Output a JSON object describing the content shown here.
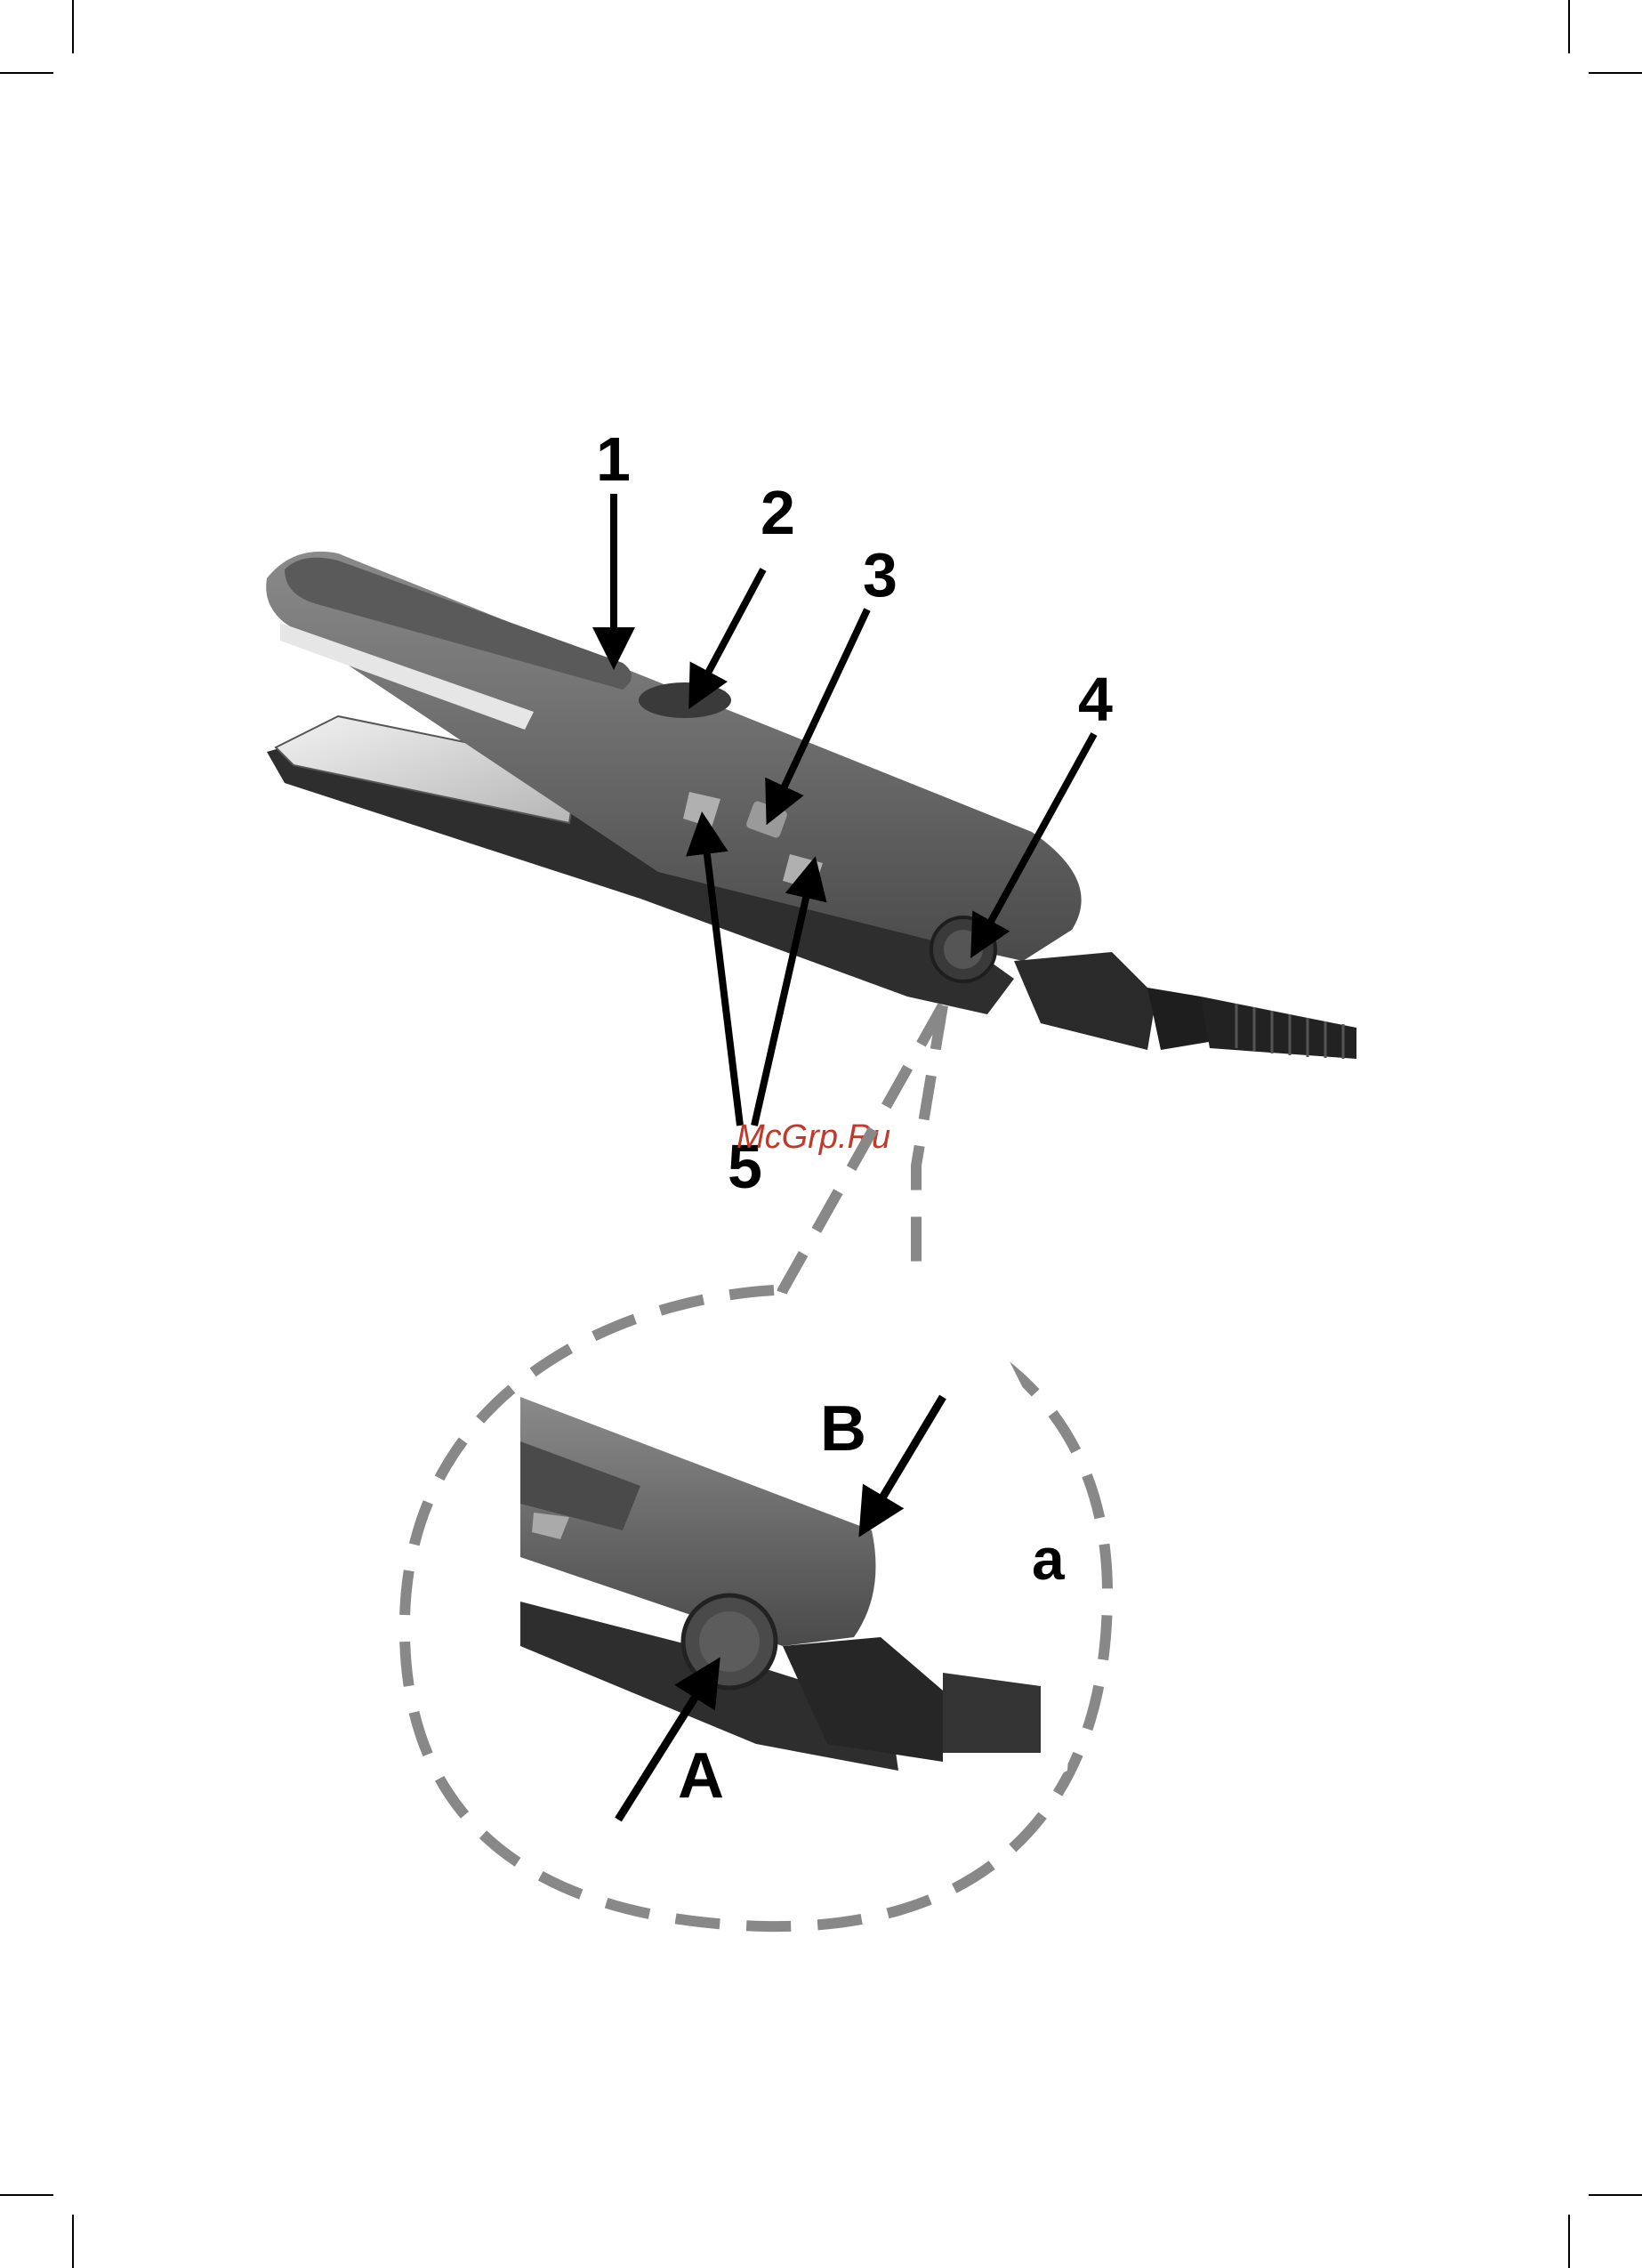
{
  "figure": {
    "callouts": {
      "c1": "1",
      "c2": "2",
      "c3": "3",
      "c4": "4",
      "c5": "5",
      "cA": "A",
      "cB": "B",
      "ca": "a"
    },
    "watermark": "McGrp.Ru"
  },
  "colors": {
    "body": "#6f6f6f",
    "body_dark": "#3c3c3c",
    "plate": "#d9d9d9",
    "dash": "#888888",
    "watermark": "#c0392b"
  }
}
